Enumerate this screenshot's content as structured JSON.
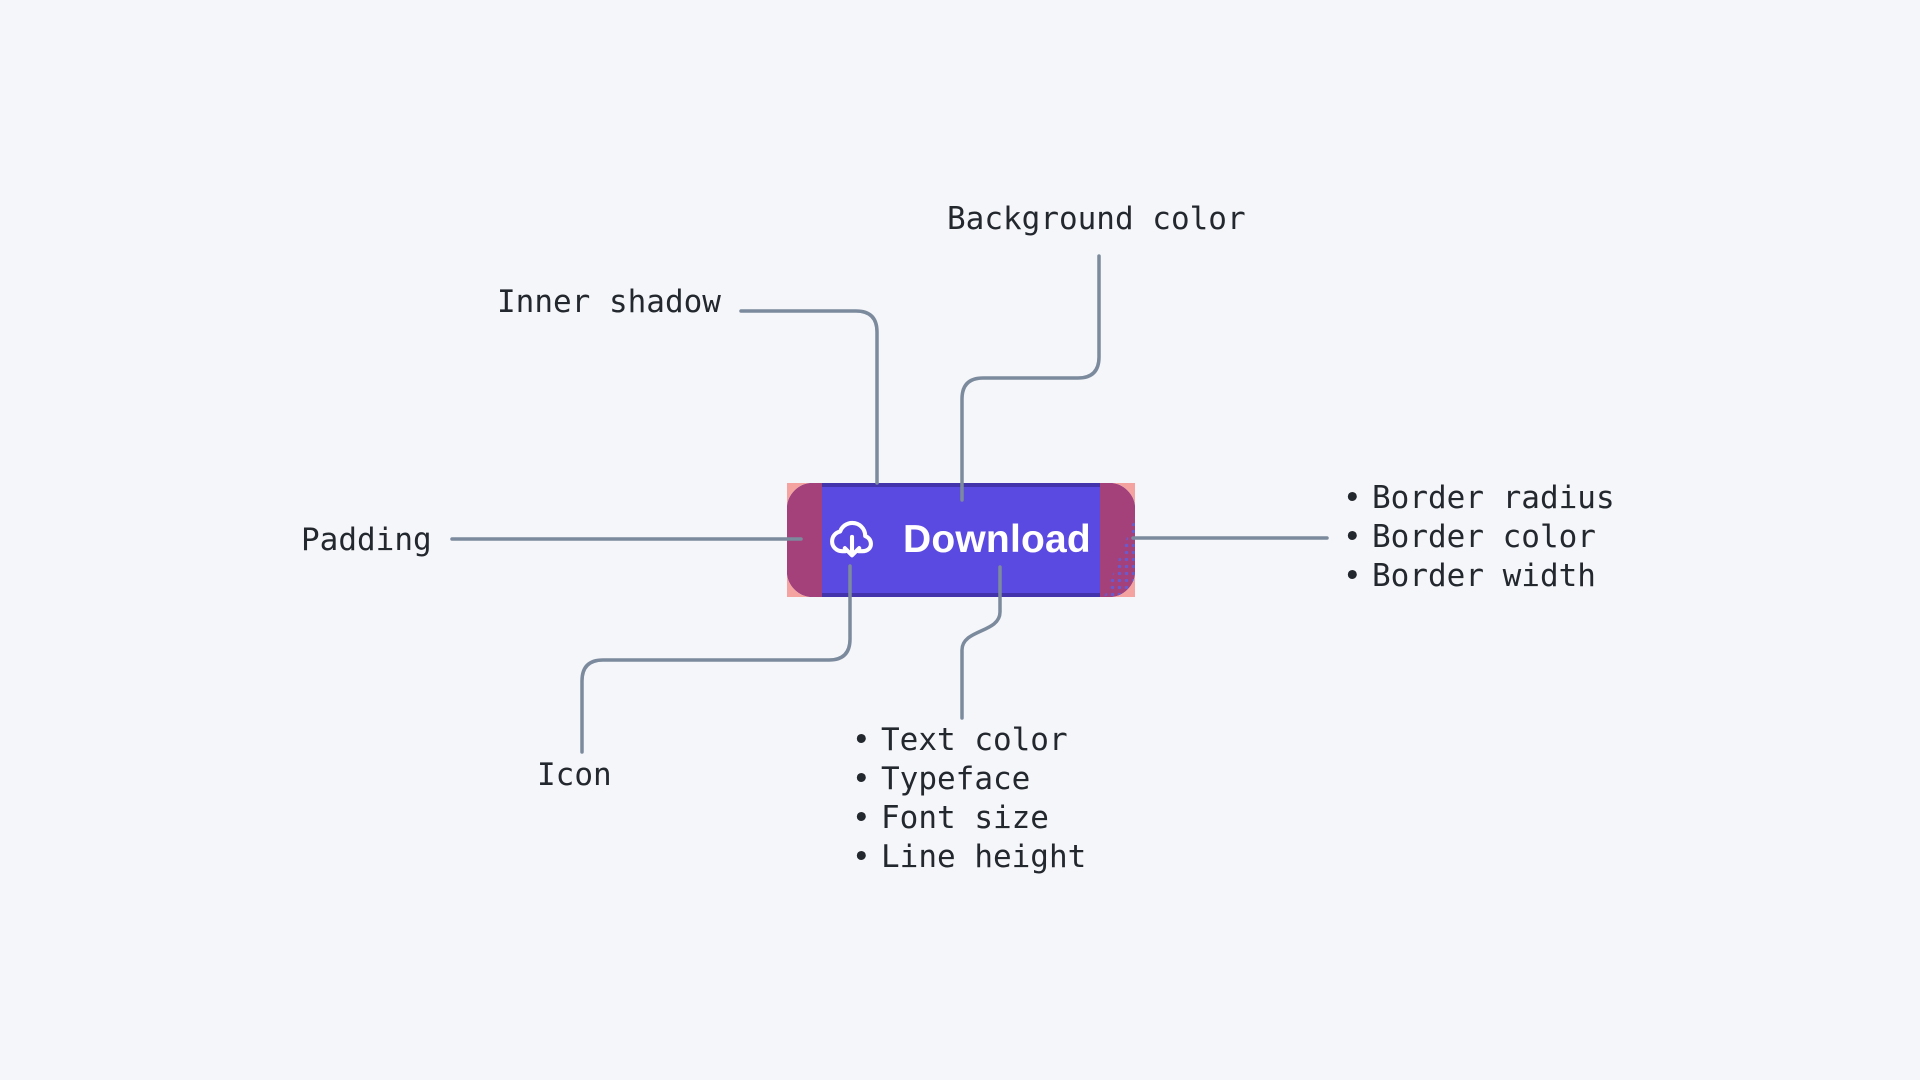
{
  "ui": {
    "bullet": "•"
  },
  "canvas": {
    "background": "#F5F6FA",
    "connector_color": "#7C8A9D",
    "label_color": "#23272E"
  },
  "button": {
    "label": "Download",
    "icon": "cloud-download",
    "colors": {
      "background": "#5B4AE2",
      "border": "#4434AC",
      "text": "#FFFFFF",
      "padding_highlight": "#A4417B",
      "corner_highlight": "#F5A3A0"
    }
  },
  "annotations": {
    "inner_shadow": "Inner shadow",
    "background_color": "Background color",
    "padding": "Padding",
    "icon": "Icon",
    "border_props": [
      "Border radius",
      "Border color",
      "Border width"
    ],
    "text_props": [
      "Text color",
      "Typeface",
      "Font size",
      "Line height"
    ]
  }
}
